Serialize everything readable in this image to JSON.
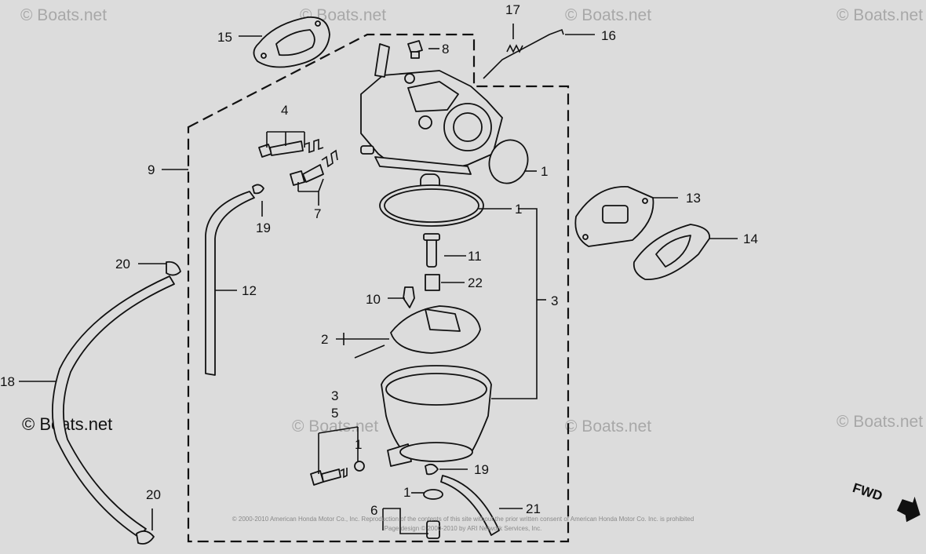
{
  "watermarks": {
    "text": "© Boats.net",
    "dark_text": "© Boats.net"
  },
  "copyright": {
    "line1": "© 2000-2010 American Honda Motor Co., Inc. Reproduction of the contents of this site without the prior written consent of American Honda Motor Co. Inc. is prohibited",
    "line2": "Page design © 2000-2010 by ARI Network Services, Inc."
  },
  "fwd_label": "FWD",
  "callouts": {
    "c1a": "1",
    "c1b": "1",
    "c1c": "1",
    "c1d": "1",
    "c2": "2",
    "c3a": "3",
    "c3b": "3",
    "c4": "4",
    "c5": "5",
    "c6": "6",
    "c7": "7",
    "c8": "8",
    "c9": "9",
    "c10": "10",
    "c11": "11",
    "c12": "12",
    "c13": "13",
    "c14": "14",
    "c15": "15",
    "c16": "16",
    "c17": "17",
    "c18": "18",
    "c19a": "19",
    "c19b": "19",
    "c20a": "20",
    "c20b": "20",
    "c21": "21",
    "c22": "22"
  },
  "colors": {
    "background": "#dcdcdc",
    "line": "#111111",
    "watermark": "#a8a8a8"
  }
}
